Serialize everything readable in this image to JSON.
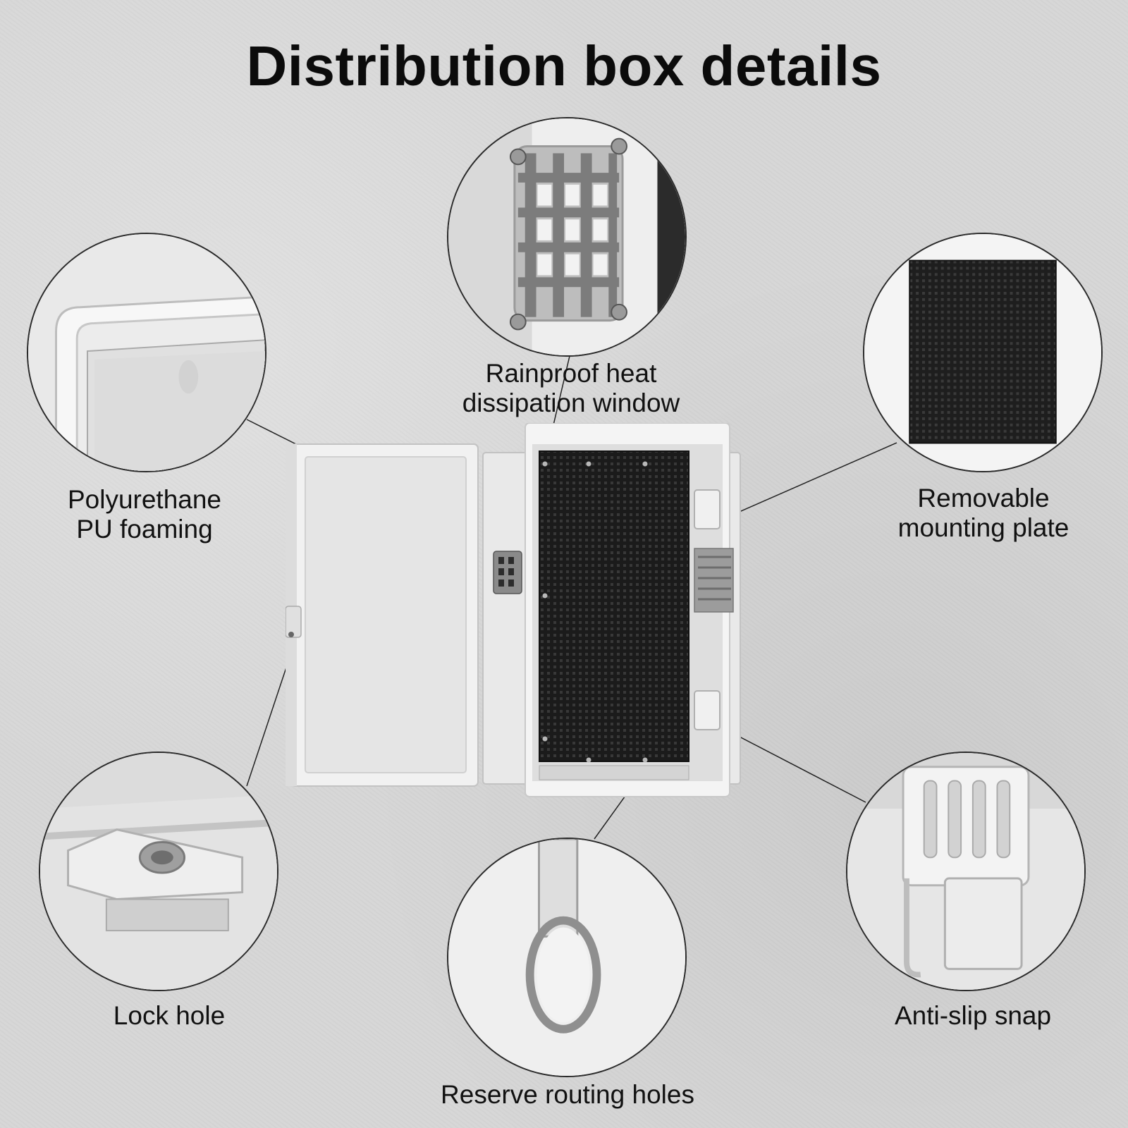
{
  "title": "Distribution box details",
  "features": {
    "foam": {
      "line1": "Polyurethane",
      "line2": "PU foaming"
    },
    "window": {
      "line1": "Rainproof heat",
      "line2": "dissipation window"
    },
    "plate": {
      "line1": "Removable",
      "line2": "mounting plate"
    },
    "lock": {
      "line1": "Lock hole"
    },
    "routing": {
      "line1": "Reserve routing holes"
    },
    "snap": {
      "line1": "Anti-slip snap"
    }
  },
  "colors": {
    "background": "#d6d6d6",
    "plastic": "#ececec",
    "plate": "#1c1c1c",
    "outline": "#2a2a2a"
  }
}
